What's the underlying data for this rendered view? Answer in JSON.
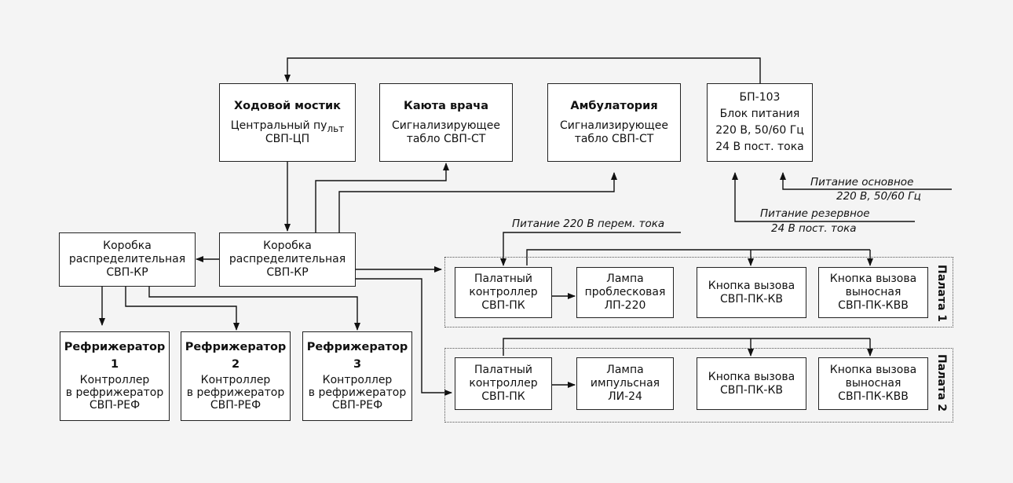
{
  "bridge": {
    "title": "Ходовой мостик",
    "line1": "Центральный пу",
    "line1_sub": "льт",
    "line2": "СВП-ЦП"
  },
  "doctor": {
    "title": "Каюта врача",
    "line1": "Сигнализирующее",
    "line2": "табло СВП-СТ"
  },
  "ambulatory": {
    "title": "Амбулатория",
    "line1": "Сигнализирующее",
    "line2": "табло СВП-СТ"
  },
  "psu": {
    "line1": "БП-103",
    "line2": "Блок питания",
    "line3": "220 В, 50/60 Гц",
    "line4": "24 В пост. тока"
  },
  "power_labels": {
    "main_1": "Питание основное",
    "main_2": "220 В, 50/60 Гц",
    "reserve_1": "Питание резервное",
    "reserve_2": "24 В пост. тока",
    "ac": "Питание 220 В перем. тока"
  },
  "box_left": {
    "line1": "Коробка",
    "line2": "распределительная",
    "line3": "СВП-КР"
  },
  "box_center": {
    "line1": "Коробка",
    "line2": "распределительная",
    "line3": "СВП-КР"
  },
  "fridges": [
    {
      "title": "Рефрижератор",
      "num": "1",
      "l1": "Контроллер",
      "l2": "в рефрижератор",
      "l3": "СВП-РЕФ"
    },
    {
      "title": "Рефрижератор",
      "num": "2",
      "l1": "Контроллер",
      "l2": "в рефрижератор",
      "l3": "СВП-РЕФ"
    },
    {
      "title": "Рефрижератор",
      "num": "3",
      "l1": "Контроллер",
      "l2": "в рефрижератор",
      "l3": "СВП-РЕФ"
    }
  ],
  "ward1": {
    "label": "Палата 1",
    "controller": {
      "l1": "Палатный",
      "l2": "контроллер",
      "l3": "СВП-ПК"
    },
    "lamp": {
      "l1": "Лампа",
      "l2": "проблесковая",
      "l3": "ЛП-220"
    },
    "button": {
      "l1": "Кнопка вызова",
      "l2": "СВП-ПК-КВ"
    },
    "remote": {
      "l1": "Кнопка вызова",
      "l2": "выносная",
      "l3": "СВП-ПК-КВВ"
    }
  },
  "ward2": {
    "label": "Палата 2",
    "controller": {
      "l1": "Палатный",
      "l2": "контроллер",
      "l3": "СВП-ПК"
    },
    "lamp": {
      "l1": "Лампа",
      "l2": "импульсная",
      "l3": "ЛИ-24"
    },
    "button": {
      "l1": "Кнопка вызова",
      "l2": "СВП-ПК-КВ"
    },
    "remote": {
      "l1": "Кнопка вызова",
      "l2": "выносная",
      "l3": "СВП-ПК-КВВ"
    }
  }
}
